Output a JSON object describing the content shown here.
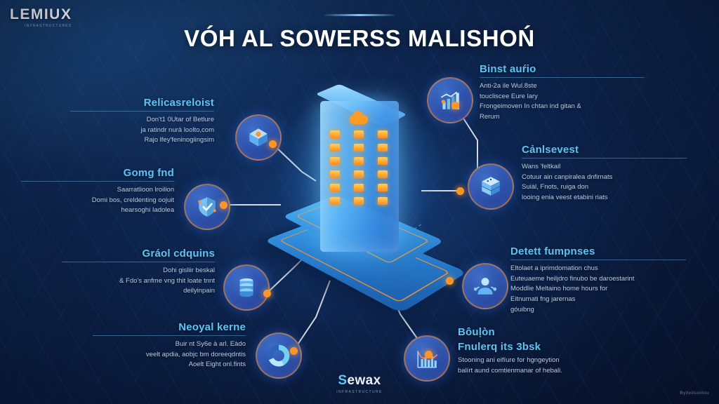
{
  "brand": {
    "name": "LEMIUX",
    "tagline": "INFRASTRUCTURES"
  },
  "header": {
    "title": "VÓH AL SOWERSS MALISHOŃ"
  },
  "center": {
    "icon_name": "isometric-server-tower",
    "cloud_icon": "cloud-icon"
  },
  "left_blocks": [
    {
      "heading": "Relicasreloist",
      "body": "Don't1 0Utar of Betlure\nja ratindr nurä loolto,com\nRajo lfey'feninogiingsim",
      "icon": "cube-box-icon"
    },
    {
      "heading": "Gomg fnd",
      "body": "Saarratlioon lroilion\nDomi bos, creldenting oojuit\nhearsoghi Iadolea",
      "icon": "shield-security-icon"
    },
    {
      "heading": "Gráol cdquins",
      "body": "Dohi gisliir beskal\n& Fdo's anfme vng thit loate tnnt\ndeilyinpain",
      "icon": "database-stack-icon"
    },
    {
      "heading": "Neoyal kerne",
      "body": "Buir nt Sy6e à arl. Eàdo\nveelt apdia, aobjc bm doreeqdntis\nAoelt Eight onl.fints",
      "icon": "donut-chart-icon"
    }
  ],
  "right_blocks": [
    {
      "heading": "Binst auŕio",
      "body": "Anti-2a ile Wul.8ste\ntoucliscee Eure lary\nFrongeimoven In chtan ind gitan &\nRerum",
      "icon": "bar-chart-handshake-icon"
    },
    {
      "heading": "Cảnlsevest",
      "body": "Wans 'feltkail\nCotuur ain canpiralea dnfirnats\nSuiàl, Fnots, ruiga don\nlooing enia veest etabini riats",
      "icon": "server-rack-icon"
    },
    {
      "heading": "Detett fumpnses",
      "body": "Eltolaet a iprimdomation chus\nEuteuaeme heiljdro finubo be daroestarint\nModdlie Meltaino home hours for\nEitnumati fng jarernas\ngóuibng",
      "icon": "user-network-icon"
    },
    {
      "heading": "Bôuḷòn",
      "heading2": "Fnulerq its 3bsk",
      "body": "Stooning ani eifíure for hgngeytion\nbalírt aund comtienmanar of hebali.",
      "icon": "line-bar-chart-icon"
    }
  ],
  "footer": {
    "logo_word_first": "S",
    "logo_word_rest": "ewax",
    "logo_sub": "INFRASTRUCTURE",
    "note": "Byitvitsonlou"
  },
  "colors": {
    "accent_blue": "#5fc4f2",
    "accent_orange": "#ff9524",
    "body_text": "#b9cbe2",
    "background": "#0a1834"
  }
}
